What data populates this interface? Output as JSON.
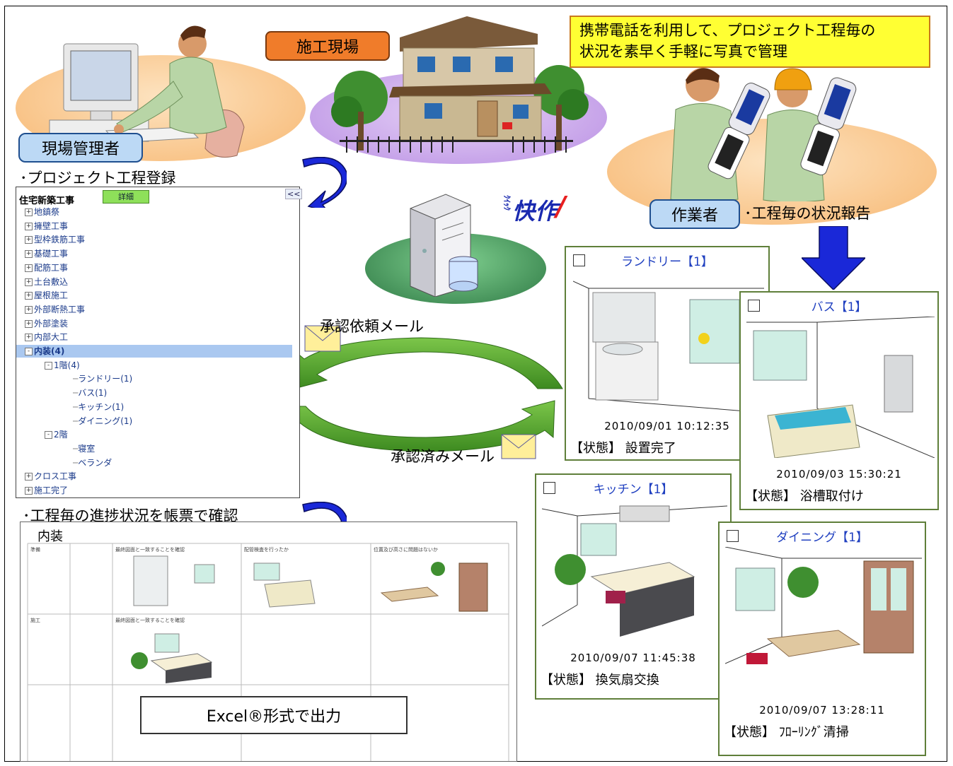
{
  "labels": {
    "site": "施工現場",
    "manager": "現場管理者",
    "worker": "作業者",
    "note_line1": "携帯電話を利用して、プロジェクト工程毎の",
    "note_line2": "状況を素早く手軽に写真で管理",
    "register": "･プロジェクト工程登録",
    "report": "･工程毎の状況報告",
    "progress": "･工程毎の進捗状況を帳票で確認",
    "request_mail": "承認依頼メール",
    "approved_mail": "承認済みメール",
    "excel": "Excel®形式で出力",
    "logo_small": "ｸｲｯｸ",
    "logo_main": "快作"
  },
  "tree": {
    "title": "住宅新築工事",
    "detail_button": "詳細",
    "collapse": "<<",
    "items": [
      {
        "label": "地鎮祭",
        "level": 0,
        "box": "+"
      },
      {
        "label": "擁壁工事",
        "level": 0,
        "box": "+"
      },
      {
        "label": "型枠鉄筋工事",
        "level": 0,
        "box": "+"
      },
      {
        "label": "基礎工事",
        "level": 0,
        "box": "+"
      },
      {
        "label": "配筋工事",
        "level": 0,
        "box": "+"
      },
      {
        "label": "土台敷込",
        "level": 0,
        "box": "+"
      },
      {
        "label": "屋根施工",
        "level": 0,
        "box": "+"
      },
      {
        "label": "外部断熱工事",
        "level": 0,
        "box": "+"
      },
      {
        "label": "外部塗装",
        "level": 0,
        "box": "+"
      },
      {
        "label": "内部大工",
        "level": 0,
        "box": "+"
      },
      {
        "label": "内装(4)",
        "level": 0,
        "box": "-",
        "selected": true
      },
      {
        "label": "1階(4)",
        "level": 1,
        "box": "-"
      },
      {
        "label": "ランドリー(1)",
        "level": 2,
        "box": ""
      },
      {
        "label": "バス(1)",
        "level": 2,
        "box": ""
      },
      {
        "label": "キッチン(1)",
        "level": 2,
        "box": ""
      },
      {
        "label": "ダイニング(1)",
        "level": 2,
        "box": ""
      },
      {
        "label": "2階",
        "level": 1,
        "box": "-"
      },
      {
        "label": "寝室",
        "level": 2,
        "box": ""
      },
      {
        "label": "ベランダ",
        "level": 2,
        "box": ""
      },
      {
        "label": "クロス工事",
        "level": 0,
        "box": "+"
      },
      {
        "label": "施工完了",
        "level": 0,
        "box": "+"
      }
    ]
  },
  "cards": {
    "laundry": {
      "title": "ランドリー【1】",
      "datetime": "2010/09/01 10:12:35",
      "status": "【状態】 設置完了"
    },
    "bath": {
      "title": "バス【1】",
      "datetime": "2010/09/03 15:30:21",
      "status": "【状態】 浴槽取付け"
    },
    "kitchen": {
      "title": "キッチン【1】",
      "datetime": "2010/09/07 11:45:38",
      "status": "【状態】 換気扇交換"
    },
    "dining": {
      "title": "ダイニング【1】",
      "datetime": "2010/09/07 13:28:11",
      "status": "【状態】 ﾌﾛｰﾘﾝｸﾞ清掃"
    }
  },
  "sheet": {
    "title": "内装",
    "row1_label": "準備",
    "row2_label": "施工",
    "col1_header": "最終図面と一致することを確認",
    "col2_header": "配管検査を行ったか",
    "col3_header": "位置及び高さに問題はないか",
    "row2_col1_header": "最終図面と一致することを確認"
  },
  "colors": {
    "label_blue": "#bcd9f5",
    "label_orange": "#f07c2a",
    "note_yellow": "#ffff33",
    "arrow_green": "#4a9e2c",
    "arrow_blue": "#1a28d8",
    "card_title": "#2040c0",
    "ellipse_peach": "#f9c98f",
    "ellipse_violet": "#c9a9e8",
    "ellipse_green": "#3f8f55"
  }
}
